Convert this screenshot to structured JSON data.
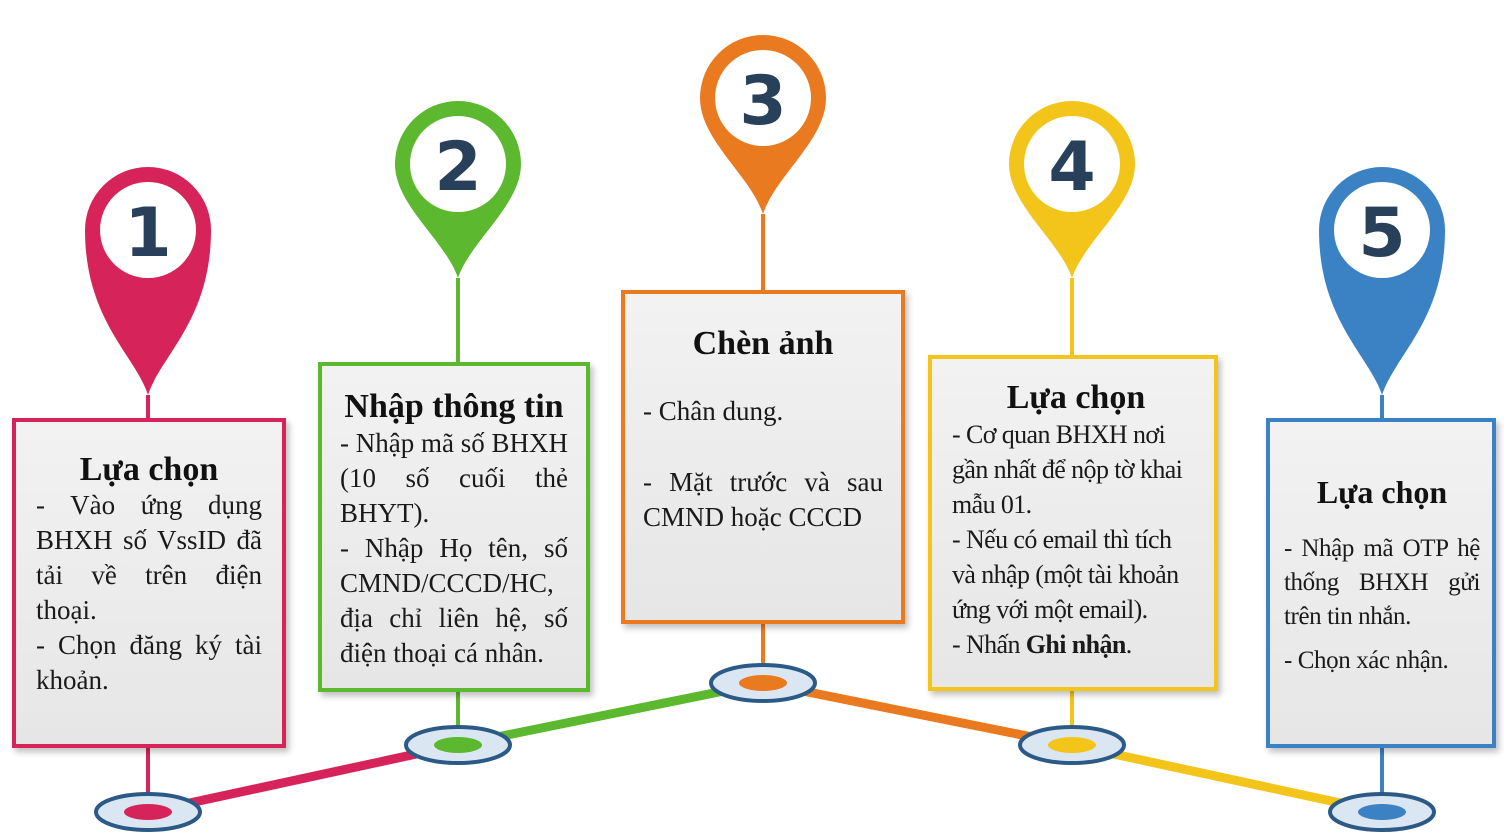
{
  "steps": [
    {
      "number": "1",
      "color": "#d6245a",
      "title": "Lựa chọn",
      "lines": [
        "- Vào ứng dụng BHXH số VssID đã tải về trên điện thoại.",
        "- Chọn đăng ký tài khoản."
      ]
    },
    {
      "number": "2",
      "color": "#5cb82e",
      "title": "Nhập thông tin",
      "lines": [
        "- Nhập mã số BHXH (10 số cuối thẻ BHYT).",
        "- Nhập Họ tên, số CMND/CCCD/HC, địa chỉ liên hệ, số điện thoại cá nhân."
      ]
    },
    {
      "number": "3",
      "color": "#ea7a1f",
      "title": "Chèn ảnh",
      "lines": [
        "- Chân dung.",
        "- Mặt trước và sau CMND hoặc CCCD"
      ]
    },
    {
      "number": "4",
      "color": "#f3c51a",
      "title": "Lựa chọn",
      "lines": [
        "- Cơ quan BHXH nơi gần nhất để nộp tờ khai mẫu 01.",
        "- Nếu có email thì tích và nhập (một tài khoản ứng với một email).",
        "- Nhấn "
      ],
      "bold_text": "Ghi nhận",
      "after_bold": "."
    },
    {
      "number": "5",
      "color": "#3b82c4",
      "title": "Lựa chọn",
      "lines": [
        "- Nhập mã OTP hệ thống BHXH gửi trên tin nhắn.",
        "- Chọn xác nhận."
      ]
    }
  ],
  "number_color": "#28405a"
}
